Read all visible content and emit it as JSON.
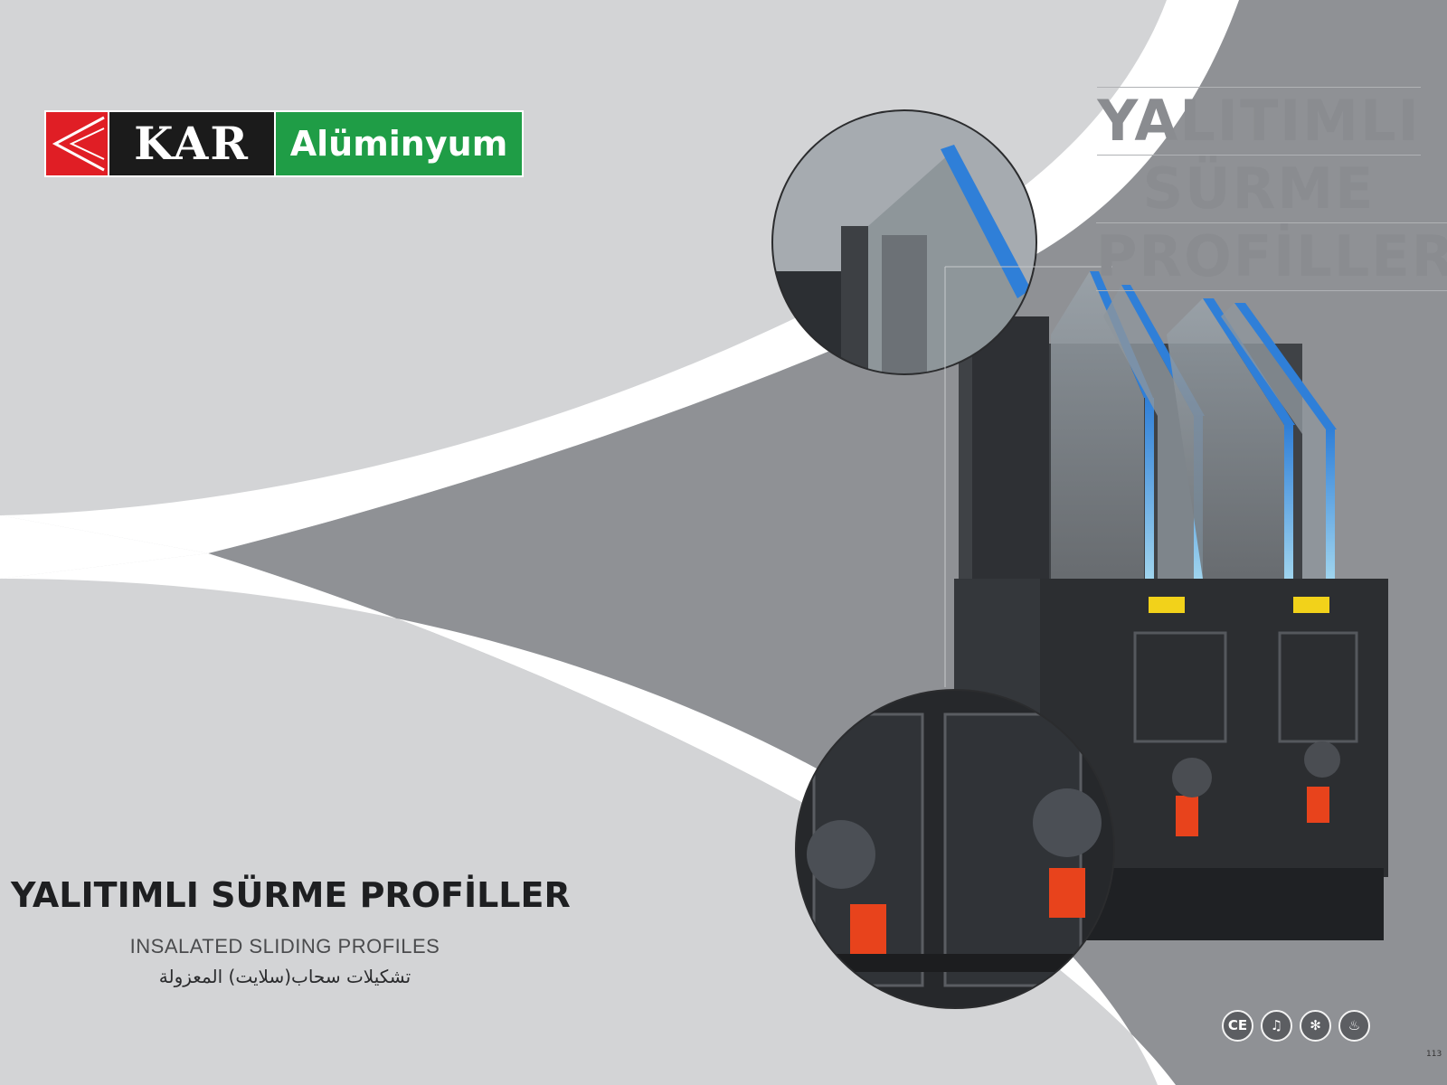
{
  "brand": {
    "name": "KAR",
    "product_line": "Alüminyum",
    "colors": {
      "red": "#e01e25",
      "black": "#1b1b1b",
      "green": "#1f9d46"
    }
  },
  "ghost_title": {
    "line1": "YALITIMLI",
    "line2": "SÜRME",
    "line3": "PROFİLLERİ"
  },
  "title": "YALITIMLI SÜRME PROFİLLER",
  "subtitle_en": "INSALATED SLIDING PROFILES",
  "subtitle_ar": "تشكيلات سحاب(سلايت) المعزولة",
  "feature_icons": [
    {
      "icon": "ce-mark-icon",
      "glyph": "CE"
    },
    {
      "icon": "sound-insulation-icon",
      "glyph": "♫"
    },
    {
      "icon": "thermal-insulation-icon",
      "glyph": "✻"
    },
    {
      "icon": "fire-resistance-icon",
      "glyph": "♨"
    }
  ],
  "page_number": "113"
}
